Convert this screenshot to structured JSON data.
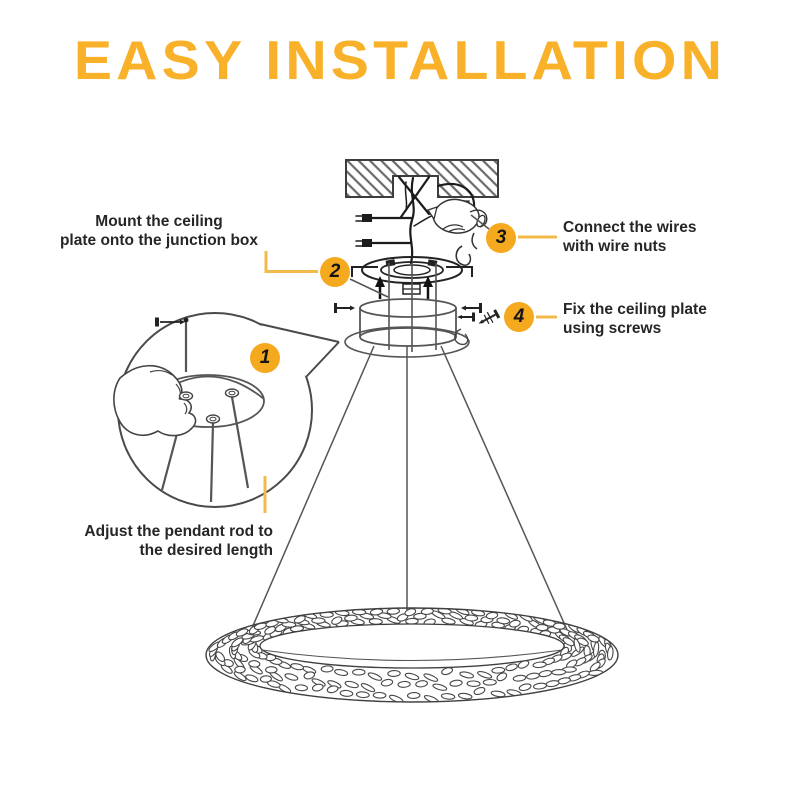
{
  "title": "EASY INSTALLATION",
  "colors": {
    "accent": "#F4A91F",
    "accent_light": "#F2BB49",
    "title": "#F9B12A",
    "text": "#262626",
    "line": "#4a4a4a"
  },
  "steps": [
    {
      "number": "1",
      "line1": "Adjust the pendant rod to",
      "line2": "the desired length"
    },
    {
      "number": "2",
      "line1": "Mount the ceiling",
      "line2": "plate onto the junction box"
    },
    {
      "number": "3",
      "line1": "Connect the wires",
      "line2": "with wire nuts"
    },
    {
      "number": "4",
      "line1": "Fix the ceiling plate",
      "line2": "using screws"
    }
  ]
}
